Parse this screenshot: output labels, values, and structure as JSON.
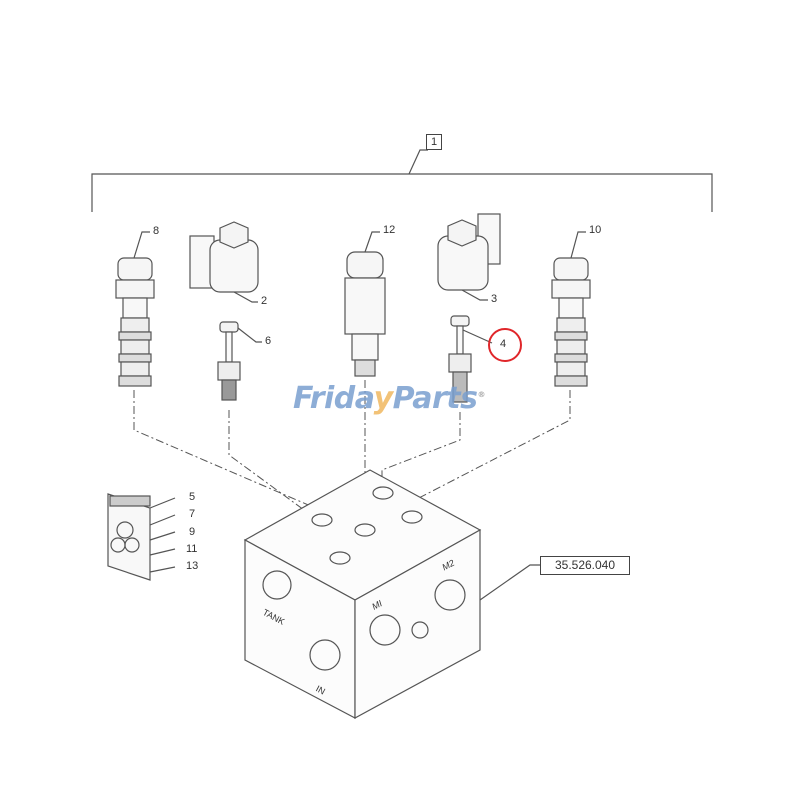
{
  "diagram": {
    "assembly_label": "1",
    "block_reference": "35.526.040",
    "highlighted_callout": "4",
    "highlight_color": "#e0262a",
    "line_color": "#555555",
    "callouts": {
      "c8": "8",
      "c2": "2",
      "c6": "6",
      "c12": "12",
      "c3": "3",
      "c4": "4",
      "c10": "10",
      "c5": "5",
      "c7": "7",
      "c9": "9",
      "c11": "11",
      "c13": "13"
    },
    "port_labels": {
      "tank": "TANK",
      "in": "IN",
      "m1": "MI",
      "m2": "M2"
    }
  },
  "watermark": {
    "part1": "Frida",
    "check": "y",
    "part2": "Parts",
    "registered": "®",
    "text_color": "#7a9fd0",
    "check_color": "#f0b860"
  }
}
